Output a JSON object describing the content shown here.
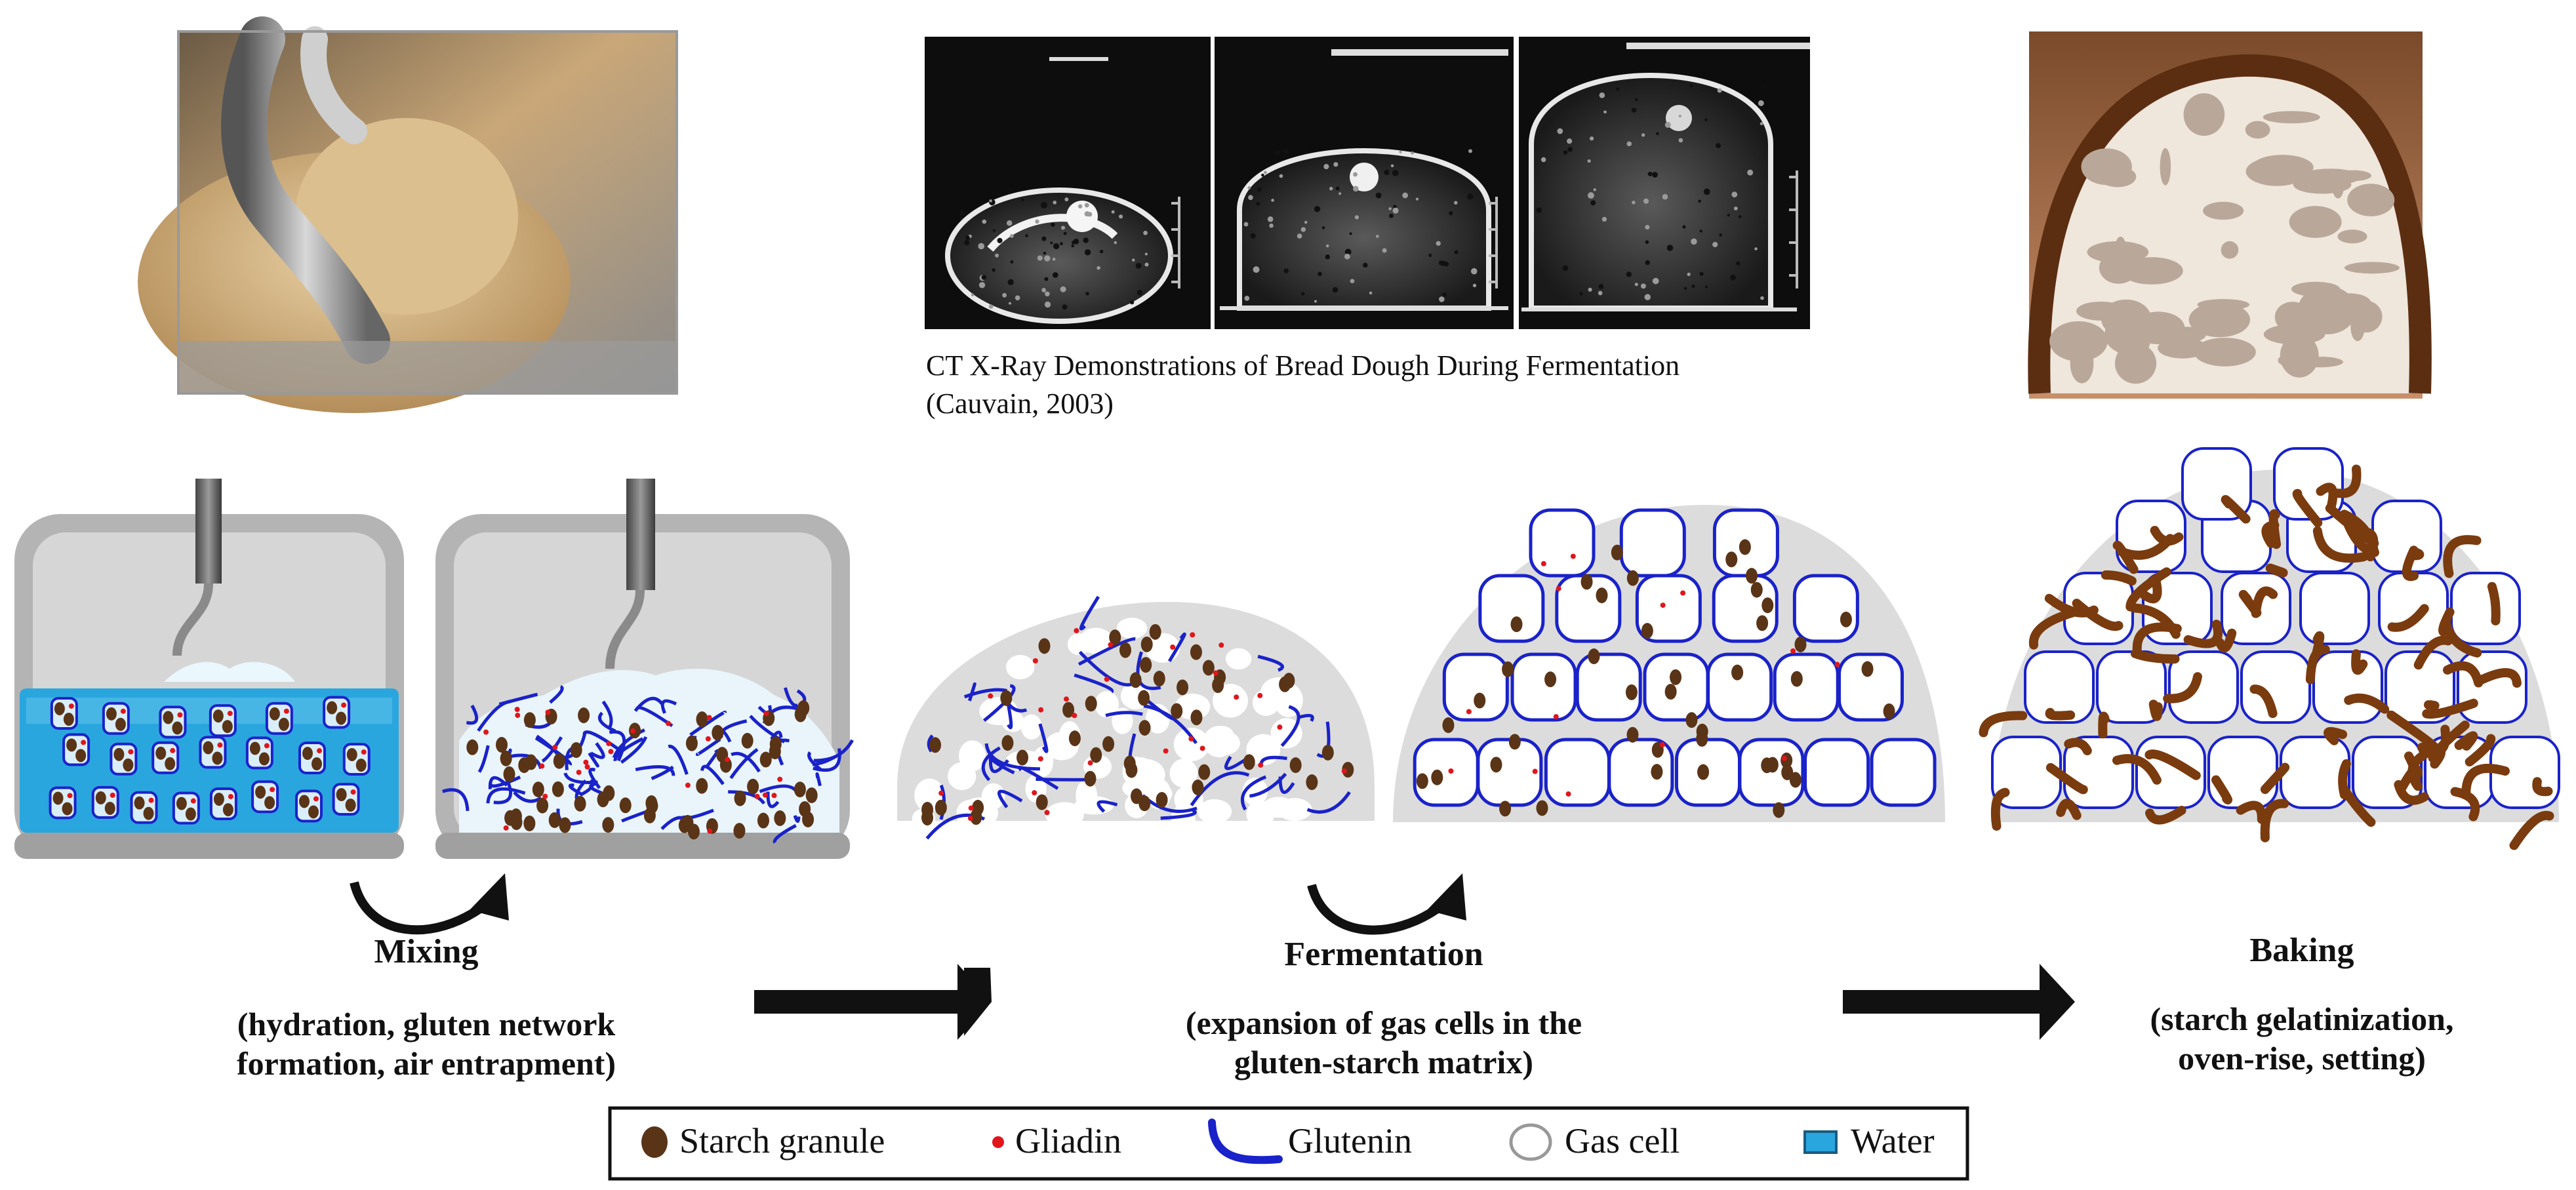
{
  "ct_caption": {
    "line1": "CT X-Ray Demonstrations of Bread Dough During Fermentation",
    "line2": "(Cauvain, 2003)"
  },
  "stages": {
    "mixing": {
      "title": "Mixing",
      "desc_line1": "(hydration, gluten network",
      "desc_line2": "formation, air entrapment)"
    },
    "fermentation": {
      "title": "Fermentation",
      "desc_line1": "(expansion of gas cells in the",
      "desc_line2": "gluten-starch matrix)"
    },
    "baking": {
      "title": "Baking",
      "desc_line1": "(starch gelatinization,",
      "desc_line2": "oven-rise, setting)"
    }
  },
  "legend": {
    "starch": "Starch granule",
    "gliadin": "Gliadin",
    "glutenin": "Glutenin",
    "gas_cell": "Gas cell",
    "water": "Water"
  },
  "colors": {
    "starch": "#5a3417",
    "gliadin": "#e0161b",
    "glutenin": "#1a22c9",
    "water": "#2aa6df",
    "matrix": "#dcdcdc",
    "baked_gluten": "#7a3b0f"
  }
}
